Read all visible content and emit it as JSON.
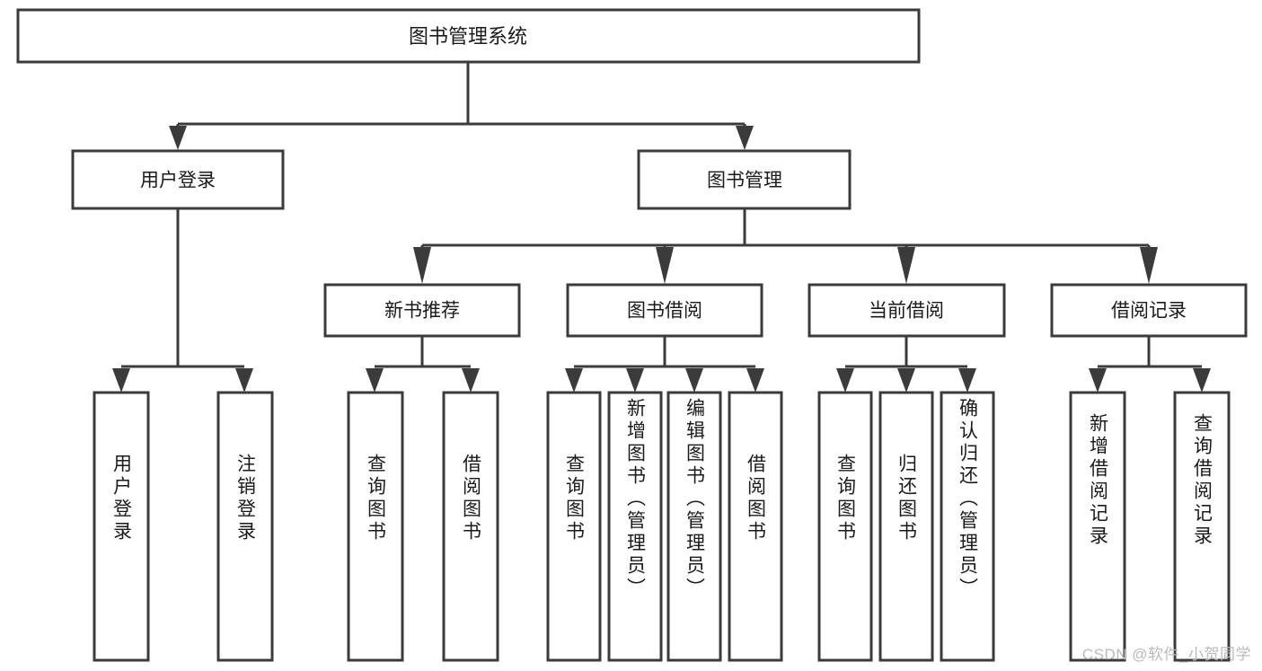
{
  "diagram": {
    "title": "图书管理系统",
    "type": "tree",
    "watermark": "CSDN @软件_小贺同学",
    "colors": {
      "box_stroke": "#3b3b3b",
      "box_fill": "#ffffff",
      "text": "#1a1a1a",
      "watermark": "#b9b9b9",
      "background": "#ffffff"
    },
    "levels": {
      "root": {
        "label": "图书管理系统"
      },
      "level2": [
        {
          "id": "user-login",
          "label": "用户登录"
        },
        {
          "id": "book-manage",
          "label": "图书管理"
        }
      ],
      "level3": [
        {
          "id": "new-book-recommend",
          "label": "新书推荐",
          "parent": "book-manage"
        },
        {
          "id": "book-borrow",
          "label": "图书借阅",
          "parent": "book-manage"
        },
        {
          "id": "current-borrow",
          "label": "当前借阅",
          "parent": "book-manage"
        },
        {
          "id": "borrow-record",
          "label": "借阅记录",
          "parent": "book-manage"
        }
      ],
      "leaves": [
        {
          "id": "leaf-user-login",
          "label": "用户登录",
          "parent": "user-login"
        },
        {
          "id": "leaf-logout-login",
          "label": "注销登录",
          "parent": "user-login"
        },
        {
          "id": "leaf-query-book-1",
          "label": "查询图书",
          "parent": "new-book-recommend"
        },
        {
          "id": "leaf-borrow-book-1",
          "label": "借阅图书",
          "parent": "new-book-recommend"
        },
        {
          "id": "leaf-query-book-2",
          "label": "查询图书",
          "parent": "book-borrow"
        },
        {
          "id": "leaf-add-book",
          "label": "新增图书（管理员）",
          "parent": "book-borrow"
        },
        {
          "id": "leaf-edit-book",
          "label": "编辑图书（管理员）",
          "parent": "book-borrow"
        },
        {
          "id": "leaf-borrow-book-2",
          "label": "借阅图书",
          "parent": "book-borrow"
        },
        {
          "id": "leaf-query-book-3",
          "label": "查询图书",
          "parent": "current-borrow"
        },
        {
          "id": "leaf-return-book",
          "label": "归还图书",
          "parent": "current-borrow"
        },
        {
          "id": "leaf-confirm-return",
          "label": "确认归还（管理员）",
          "parent": "current-borrow"
        },
        {
          "id": "leaf-add-record",
          "label": "新增借阅记录",
          "parent": "borrow-record"
        },
        {
          "id": "leaf-query-record",
          "label": "查询借阅记录",
          "parent": "borrow-record"
        }
      ]
    }
  }
}
